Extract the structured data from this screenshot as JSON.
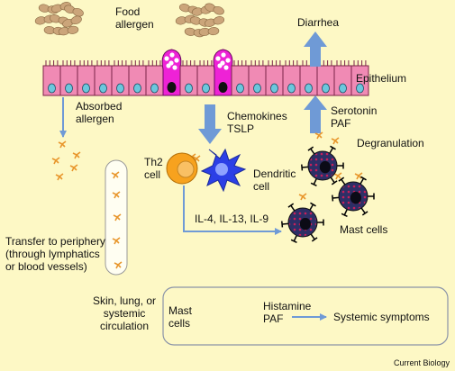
{
  "labels": {
    "food_allergen": "Food\nallergen",
    "diarrhea": "Diarrhea",
    "epithelium": "Epithelium",
    "absorbed_allergen": "Absorbed\nallergen",
    "chemokines": "Chemokines\nTSLP",
    "serotonin": "Serotonin\nPAF",
    "degranulation": "Degranulation",
    "th2_cell": "Th2\ncell",
    "dendritic_cell": "Dendritic\ncell",
    "cytokines": "IL-4, IL-13, IL-9",
    "mast_cells": "Mast cells",
    "transfer": "Transfer to periphery\n(through lymphatics\nor blood vessels)",
    "skin_lung": "Skin, lung, or\nsystemic\ncirculation",
    "box_mast_cells": "Mast\ncells",
    "histamine": "Histamine\nPAF",
    "systemic_symptoms": "Systemic symptoms",
    "footer": "Current Biology"
  },
  "colors": {
    "background": "#fdf8c5",
    "epithelium_fill": "#f08ab4",
    "goblet_fill": "#ee22d6",
    "nucleus_fill": "#6cc7dd",
    "arrow_blue": "#6f9ad6",
    "mast_fill": "#2d2f66",
    "granule": "#c8205a",
    "th2_fill": "#f7a21e",
    "dendritic_fill": "#2c3fe6",
    "peanut": "#cba57a",
    "allergen_dot": "#e8962c"
  },
  "icons": [
    "peanut-icon",
    "goblet-cell-icon",
    "mast-cell-icon",
    "th2-cell-icon",
    "dendritic-cell-icon",
    "allergen-particle-icon",
    "vessel-icon"
  ]
}
